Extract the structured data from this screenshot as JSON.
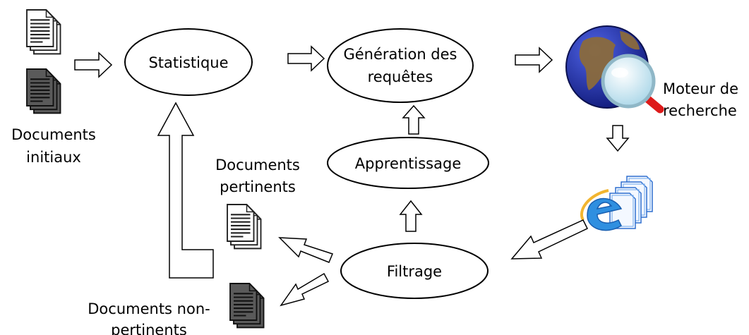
{
  "nodes": {
    "statistique": "Statistique",
    "generation_line1": "Génération des",
    "generation_line2": "requêtes",
    "apprentissage": "Apprentissage",
    "filtrage": "Filtrage"
  },
  "labels": {
    "documents_initiaux_line1": "Documents",
    "documents_initiaux_line2": "initiaux",
    "moteur_line1": "Moteur de",
    "moteur_line2": "recherche",
    "pertinents_line1": "Documents",
    "pertinents_line2": "pertinents",
    "non_pertinents_line1": "Documents non-",
    "non_pertinents_line2": "pertinents"
  },
  "icons": {
    "doc_white": "document-stack-icon",
    "doc_dark": "dark-document-stack-icon",
    "search_engine": "globe-magnifier-icon",
    "web_pages": "ie-pages-icon"
  },
  "colors": {
    "globe_blue": "#1f2fa8",
    "land": "#8a6a3c",
    "magnifier_handle": "#dd1a1a",
    "ie_blue": "#2f8fe0"
  }
}
